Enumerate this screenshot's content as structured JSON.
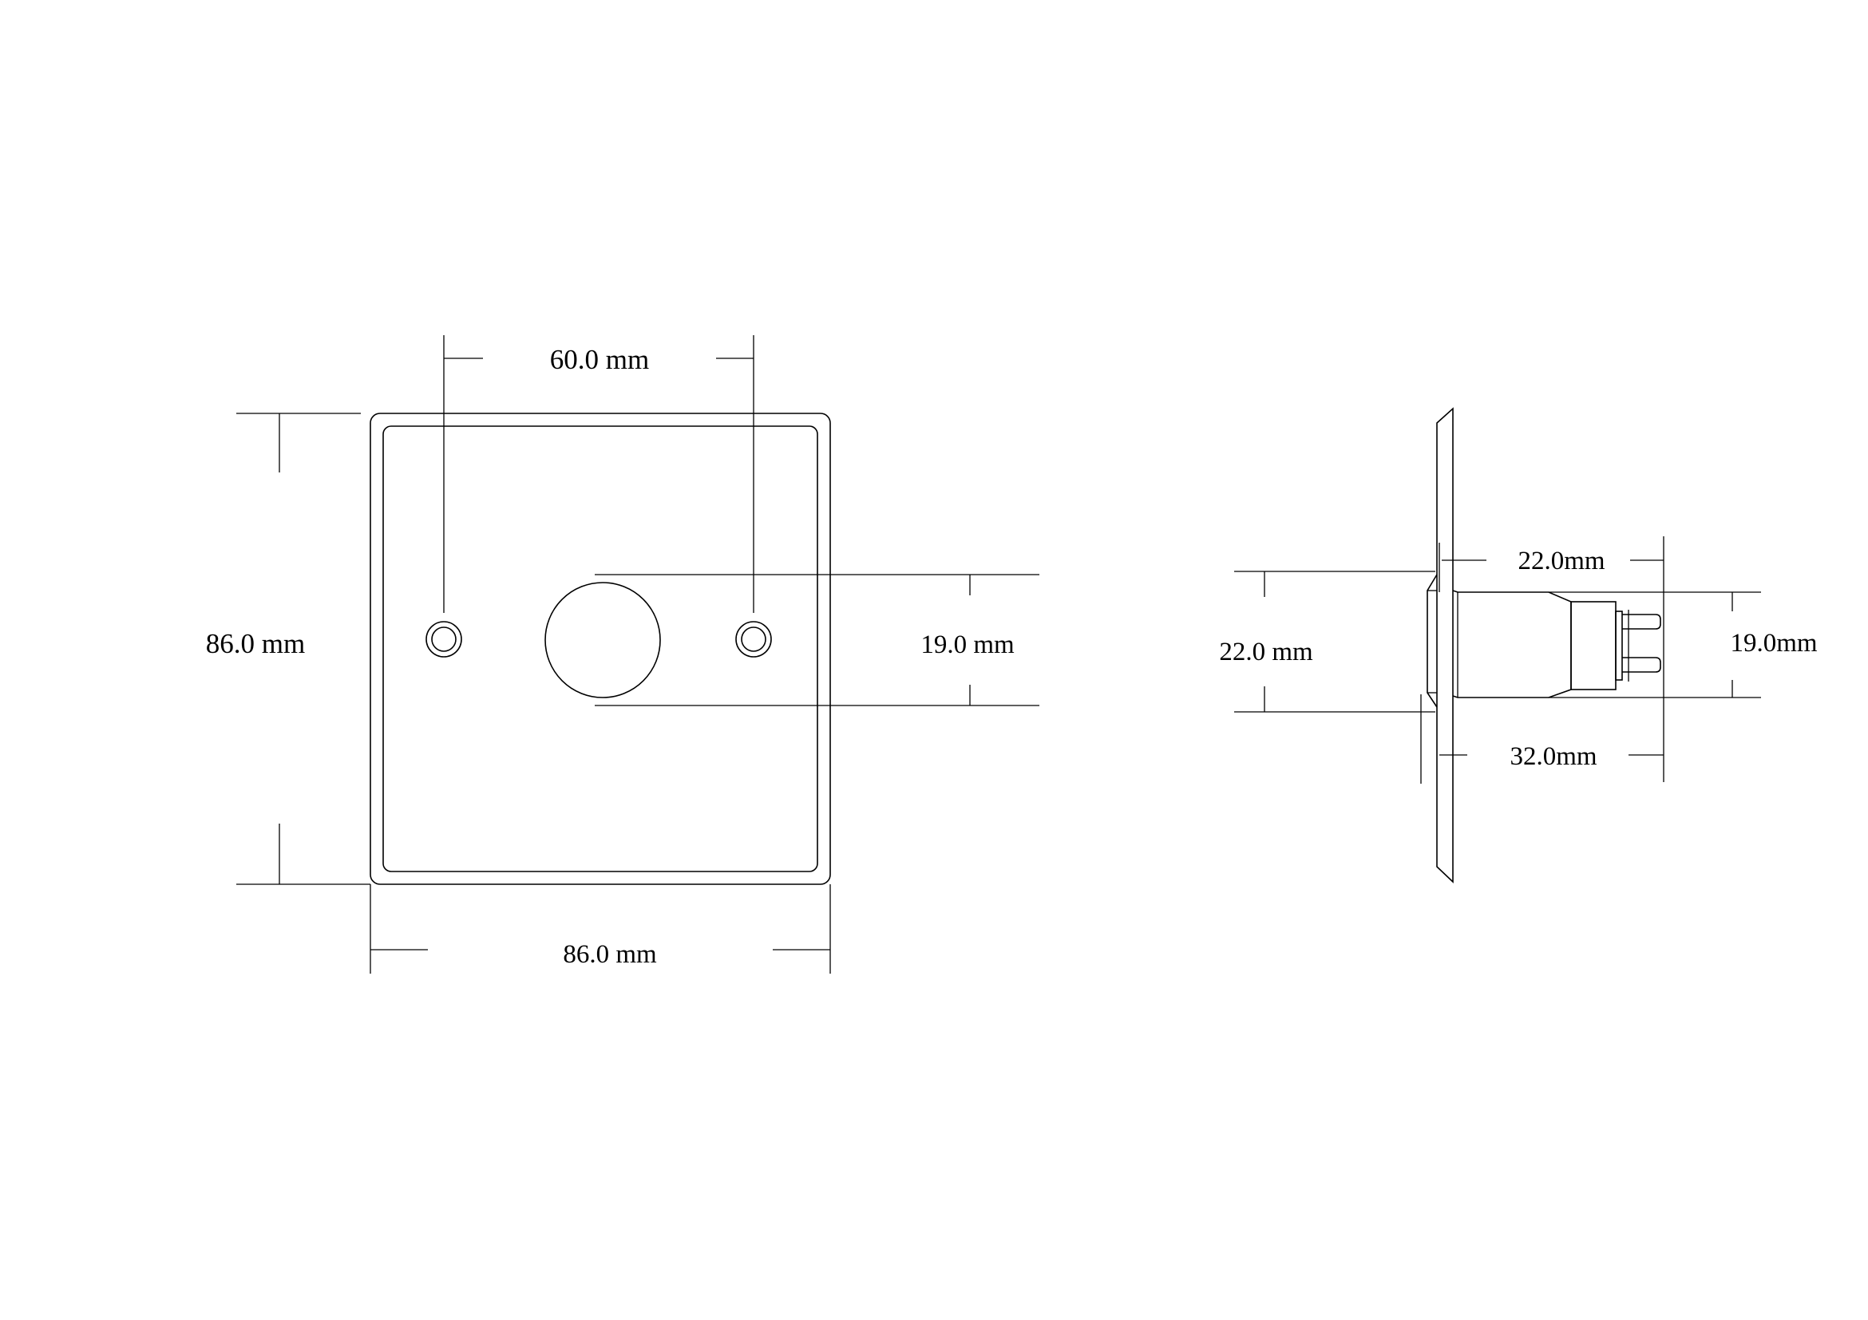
{
  "front_view": {
    "dimensions": {
      "hole_spacing": "60.0 mm",
      "plate_height": "86.0 mm",
      "plate_width": "86.0 mm",
      "button_diameter": "19.0 mm"
    }
  },
  "side_view": {
    "dimensions": {
      "body_length": "22.0mm",
      "body_diameter": "19.0mm",
      "flange_height": "22.0 mm",
      "total_depth": "32.0mm"
    }
  },
  "colors": {
    "line": "#000000",
    "background": "#ffffff"
  }
}
